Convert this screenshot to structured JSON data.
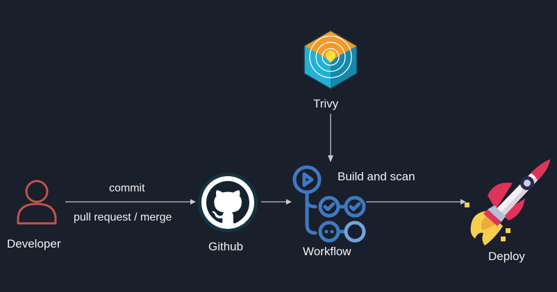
{
  "nodes": {
    "developer": {
      "label": "Developer",
      "color": "#c0554d"
    },
    "github": {
      "label": "Github"
    },
    "workflow": {
      "label": "Workflow",
      "color": "#3f79c2"
    },
    "trivy": {
      "label": "Trivy"
    },
    "deploy": {
      "label": "Deploy"
    }
  },
  "edges": {
    "dev_to_github": {
      "label_top": "commit",
      "label_bottom": "pull request / merge"
    },
    "trivy_to_workflow": {
      "label": ""
    },
    "workflow_step": {
      "label": "Build and scan"
    }
  },
  "colors": {
    "background": "#1a1f2c",
    "arrow": "#c8c8c8"
  }
}
